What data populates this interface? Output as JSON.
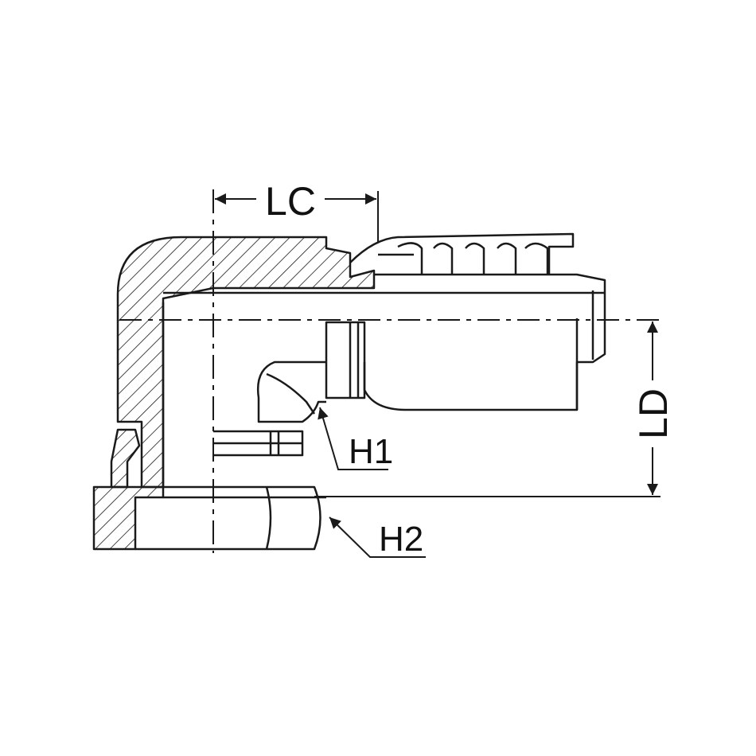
{
  "labels": {
    "lc": "LC",
    "ld": "LD",
    "h1": "H1",
    "h2": "H2"
  },
  "colors": {
    "line": "#1a1a1a",
    "hatch": "#1a1a1a",
    "background": "#ffffff"
  }
}
